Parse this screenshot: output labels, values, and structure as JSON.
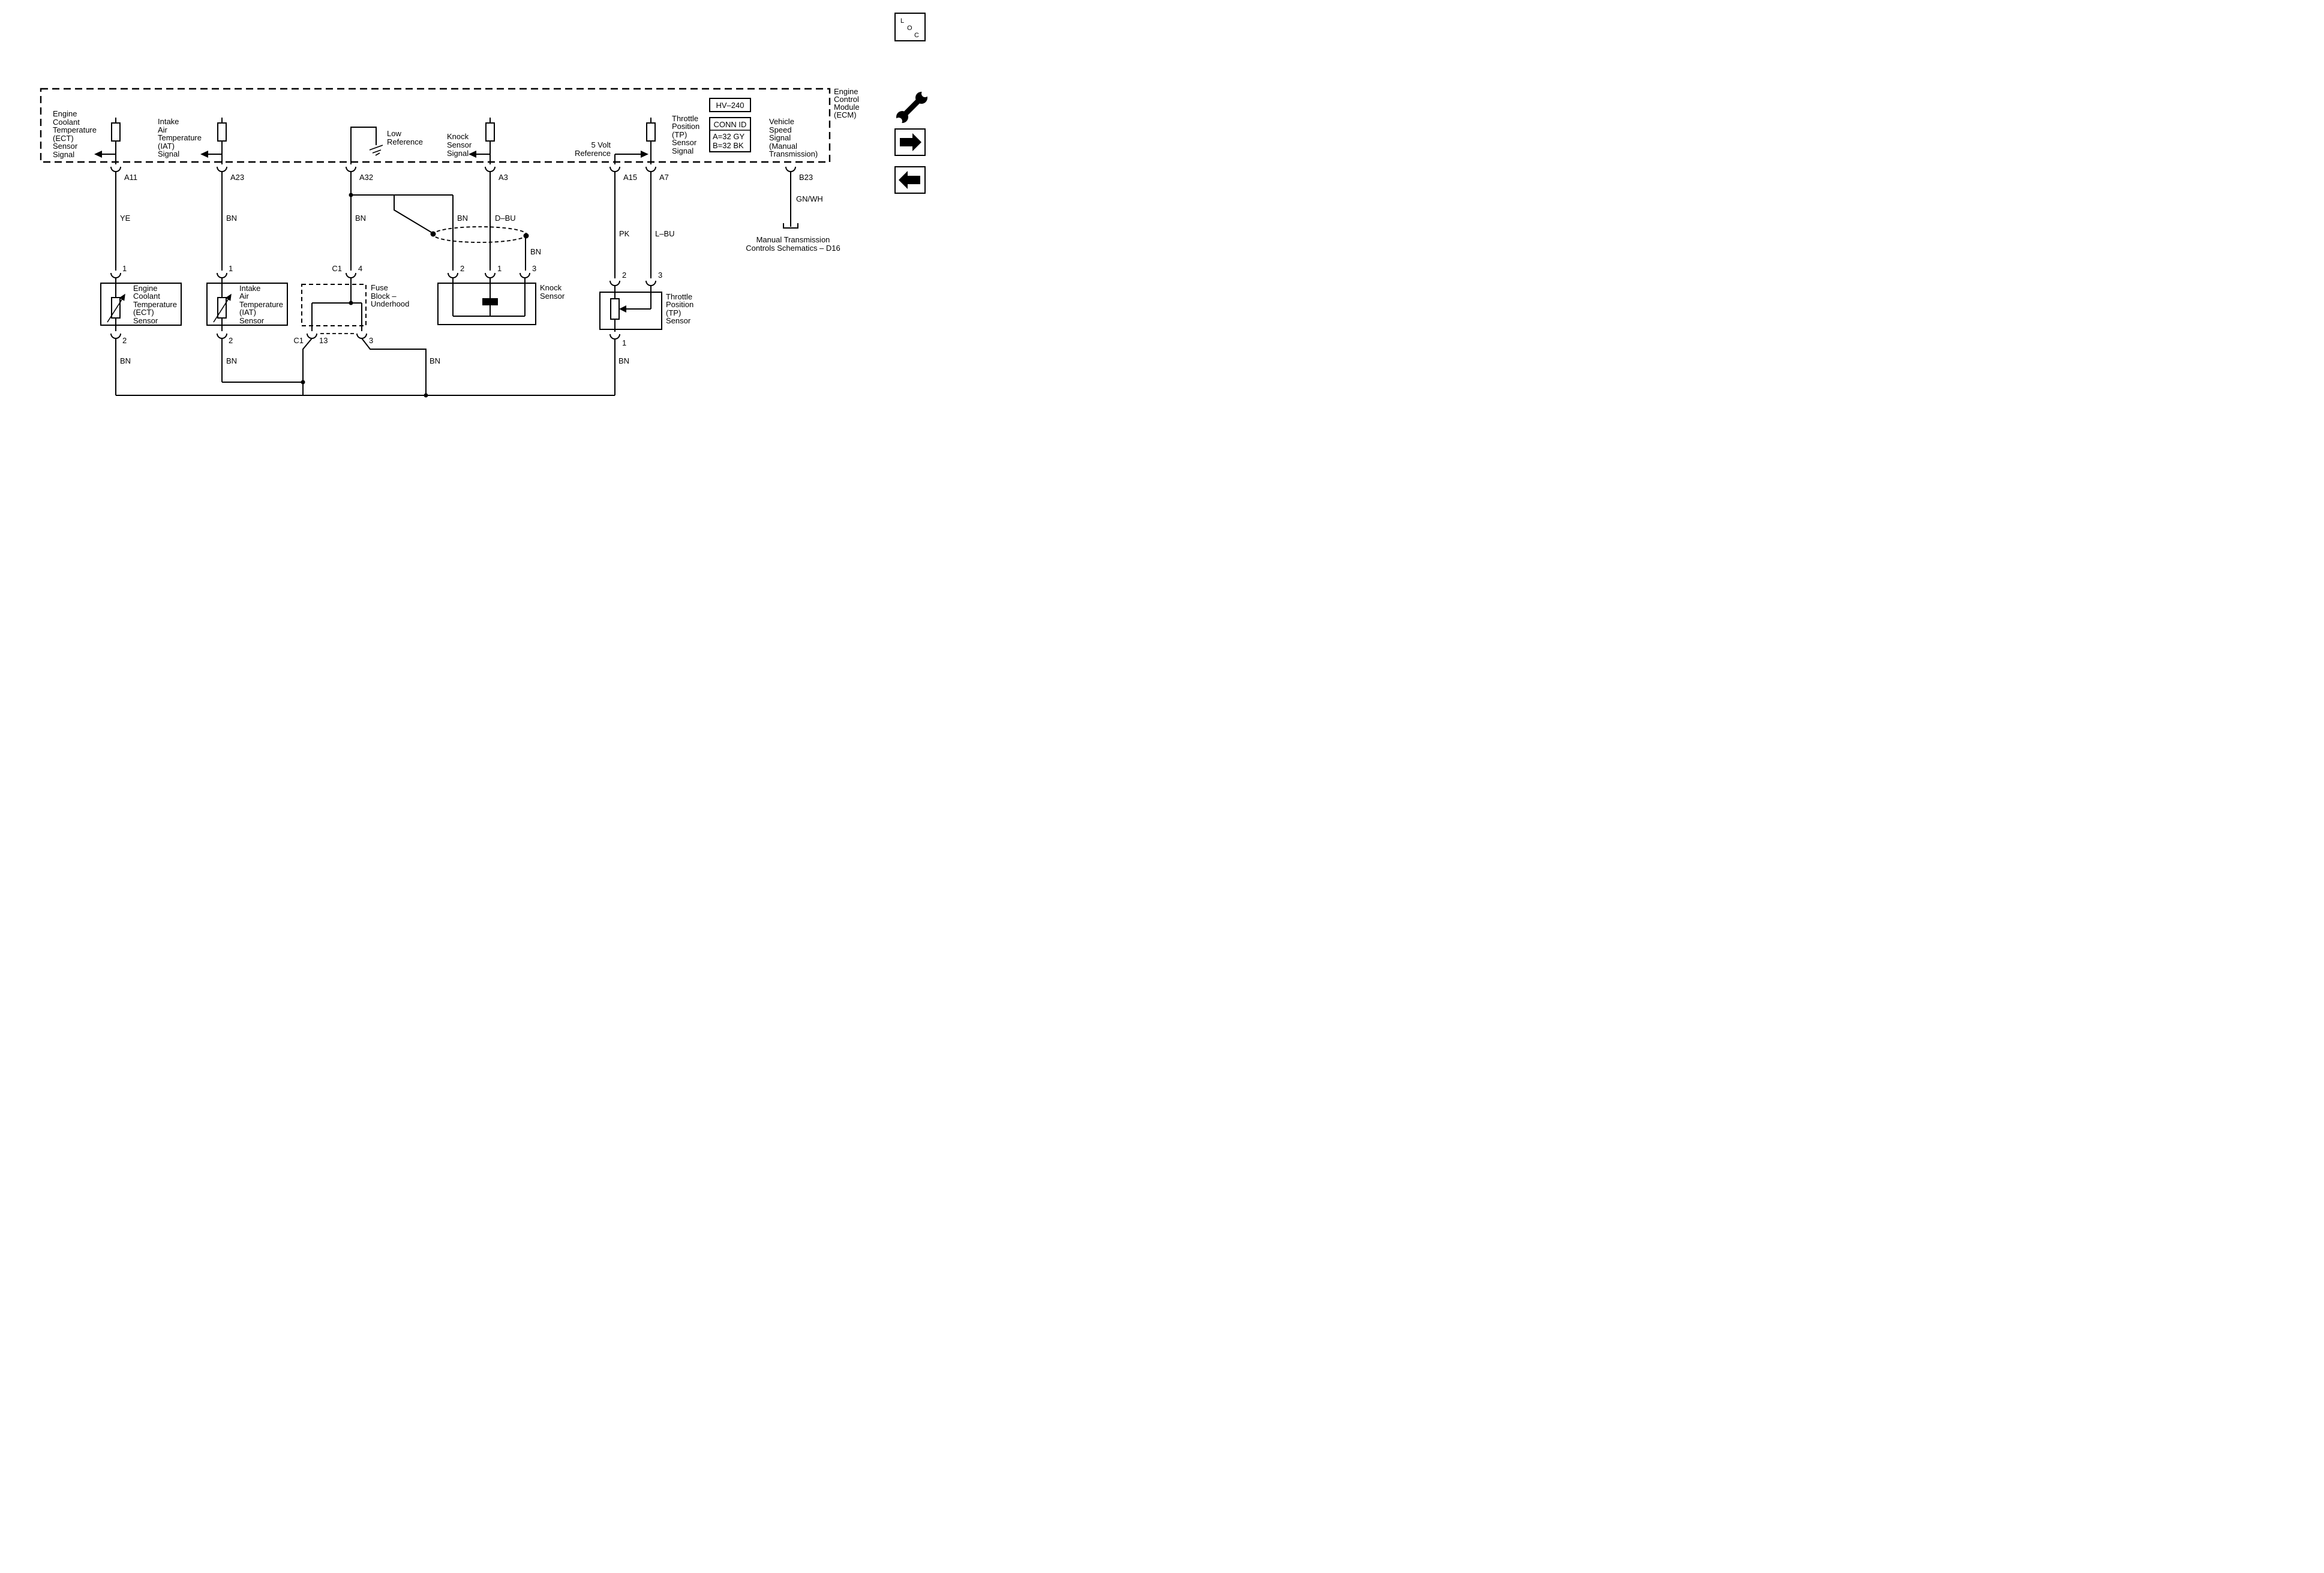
{
  "colors": {
    "ink": "#000000",
    "background": "#ffffff"
  },
  "ecm": {
    "name_lines": [
      "Engine",
      "Control",
      "Module",
      "(ECM)"
    ],
    "hv_ref": "HV–240",
    "conn_id": {
      "header": "CONN ID",
      "row_a": "A=32 GY",
      "row_b": "B=32 BK"
    },
    "signals": {
      "ect": {
        "label_lines": [
          "Engine",
          "Coolant",
          "Temperature",
          "(ECT)",
          "Sensor",
          "Signal"
        ],
        "pin": "A11",
        "wire_color": "YE"
      },
      "iat": {
        "label_lines": [
          "Intake",
          "Air",
          "Temperature",
          "(IAT)",
          "Signal"
        ],
        "pin": "A23",
        "wire_color": "BN"
      },
      "low_reference": {
        "label_lines": [
          "Low",
          "Reference"
        ],
        "pin": "A32",
        "wire_color": "BN"
      },
      "knock": {
        "label_lines": [
          "Knock",
          "Sensor",
          "Signal"
        ],
        "pin": "A3",
        "wire_color": "D–BU"
      },
      "five_volt": {
        "label_lines": [
          "5 Volt",
          "Reference"
        ],
        "pin": "A15",
        "wire_color": "PK"
      },
      "tp": {
        "label_lines": [
          "Throttle",
          "Position",
          "(TP)",
          "Sensor",
          "Signal"
        ],
        "pin": "A7",
        "wire_color": "L–BU"
      },
      "vss": {
        "label_lines": [
          "Vehicle",
          "Speed",
          "Signal",
          "(Manual",
          "Transmission)"
        ],
        "pin": "B23",
        "wire_color": "GN/WH"
      }
    }
  },
  "components": {
    "ect_sensor": {
      "label_lines": [
        "Engine",
        "Coolant",
        "Temperature",
        "(ECT)",
        "Sensor"
      ],
      "pin_top": "1",
      "pin_bottom": "2",
      "bottom_wire_color": "BN"
    },
    "iat_sensor": {
      "label_lines": [
        "Intake",
        "Air",
        "Temperature",
        "(IAT)",
        "Sensor"
      ],
      "pin_top": "1",
      "pin_bottom": "2",
      "bottom_wire_color": "BN"
    },
    "fuse_block": {
      "label_lines": [
        "Fuse",
        "Block –",
        "Underhood"
      ],
      "top_connector": "C1",
      "top_pin": "4",
      "bottom_connector": "C1",
      "bottom_pin_left": "13",
      "bottom_pin_right": "3",
      "bottom_wire_color": "BN"
    },
    "knock_sensor": {
      "label_lines": [
        "Knock",
        "Sensor"
      ],
      "pin_left": "2",
      "pin_center": "1",
      "pin_right": "3",
      "branch_wire_color": "BN",
      "shield_wire_color": "BN"
    },
    "tp_sensor": {
      "label_lines": [
        "Throttle",
        "Position",
        "(TP)",
        "Sensor"
      ],
      "pin_left": "2",
      "pin_right": "3",
      "pin_bottom": "1",
      "bottom_wire_color": "BN"
    }
  },
  "offpage_reference": {
    "label_lines": [
      "Manual Transmission",
      "Controls Schematics – D16"
    ]
  },
  "toolbar": {
    "loc_letters": [
      "L",
      "O",
      "C"
    ]
  }
}
